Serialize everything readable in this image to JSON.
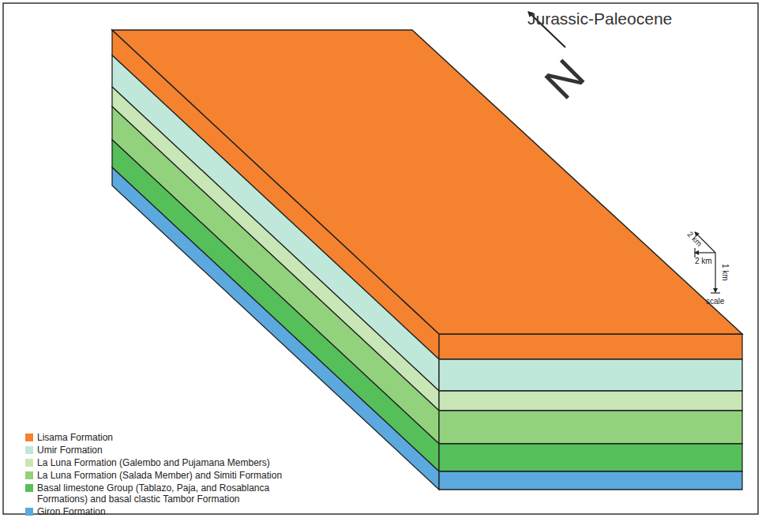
{
  "diagram": {
    "title": "Jurassic-Paleocene",
    "labels": [
      "N",
      "2 km",
      "2 km",
      "1 km",
      "scale"
    ],
    "legend": [
      {
        "text": "Lisama Formation",
        "color": "#f5822f"
      },
      {
        "text": "Umir Formation",
        "color": "#bfe8db"
      },
      {
        "text": "La Luna Formation (Galembo and Pujamana Members)",
        "color": "#c8e6b6"
      },
      {
        "text": "La Luna Formation (Salada Member) and Simiti Formation",
        "color": "#92d27d"
      },
      {
        "text": "Basal limestone Group (Tablazo, Paja, and Rosablanca Formations) and basal clastic Tambor Formation",
        "color": "#55bf5a"
      },
      {
        "text": "Giron Formation",
        "color": "#5ba9de"
      }
    ]
  }
}
